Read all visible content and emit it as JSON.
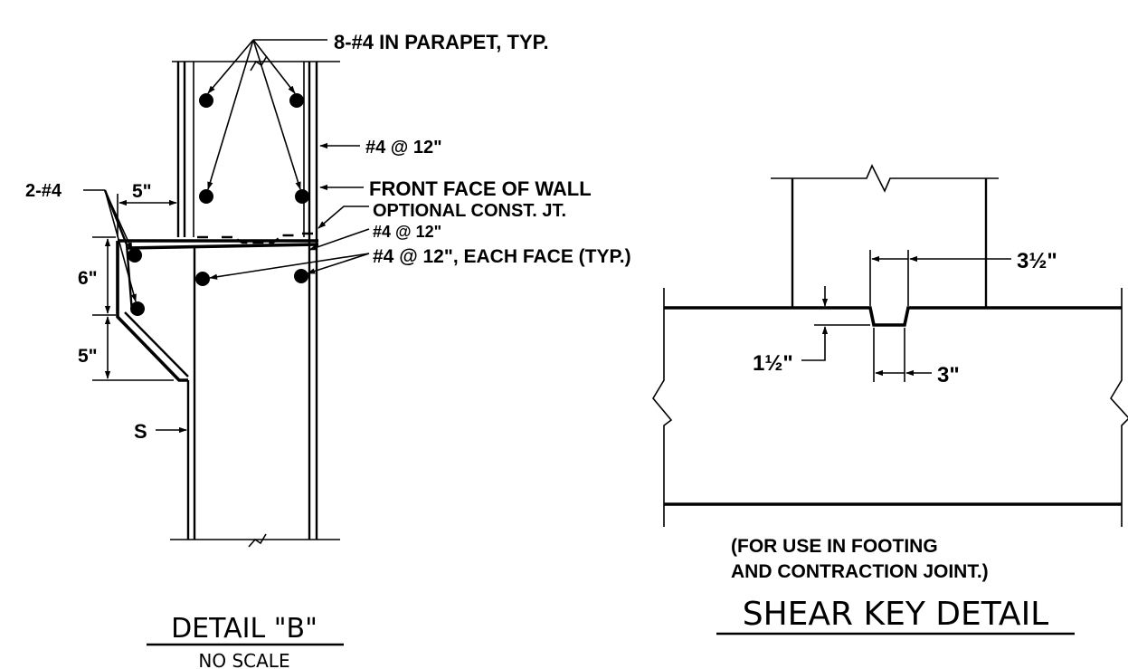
{
  "detail_b": {
    "callout_parapet": "8-#4 IN PARAPET, TYP.",
    "callout_vertical_bar": "#4 @ 12\"",
    "callout_front_face": "FRONT FACE OF WALL",
    "callout_const_joint": "OPTIONAL CONST. JT.",
    "callout_dowel": "#4 @ 12\"",
    "callout_each_face": "#4 @ 12\", EACH FACE (TYP.)",
    "callout_corner_bars": "2-#4",
    "dim_top": "5\"",
    "dim_side_upper": "6\"",
    "dim_side_lower": "5\"",
    "label_s": "S",
    "title": "DETAIL \"B\"",
    "subtitle": "NO SCALE"
  },
  "shear_key": {
    "dim_key_top_width": "3½\"",
    "dim_key_depth": "1½\"",
    "dim_key_bottom_width": "3\"",
    "note_line1": "(FOR USE IN FOOTING",
    "note_line2": "AND CONTRACTION JOINT.)",
    "title": "SHEAR KEY DETAIL"
  }
}
